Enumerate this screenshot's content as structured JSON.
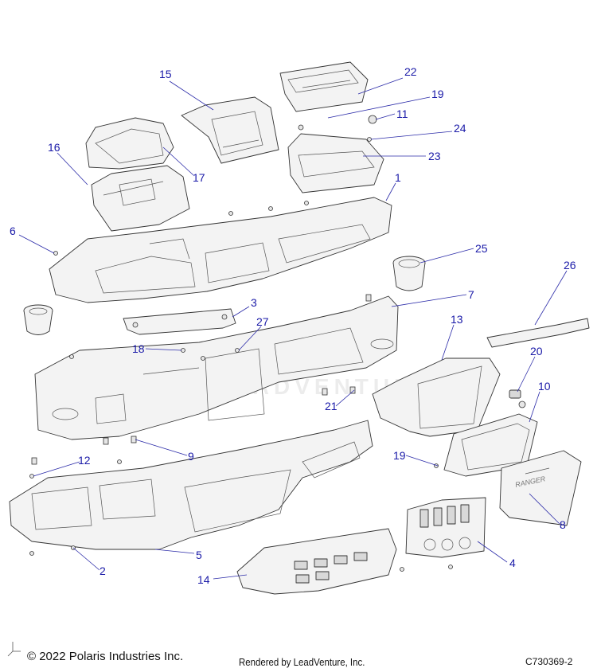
{
  "diagram": {
    "callouts": [
      "15",
      "22",
      "19",
      "11",
      "24",
      "23",
      "16",
      "17",
      "1",
      "6",
      "25",
      "26",
      "3",
      "7",
      "27",
      "18",
      "13",
      "20",
      "10",
      "21",
      "9",
      "19",
      "12",
      "8",
      "5",
      "4",
      "14",
      "2"
    ]
  },
  "footer": {
    "copyright": "© 2022 Polaris Industries Inc.",
    "rendered_by": "Rendered by LeadVenture, Inc.",
    "drawing_id": "C730369-2"
  },
  "watermark": "LEADVENTURE",
  "glovebox_logo": "RANGER"
}
